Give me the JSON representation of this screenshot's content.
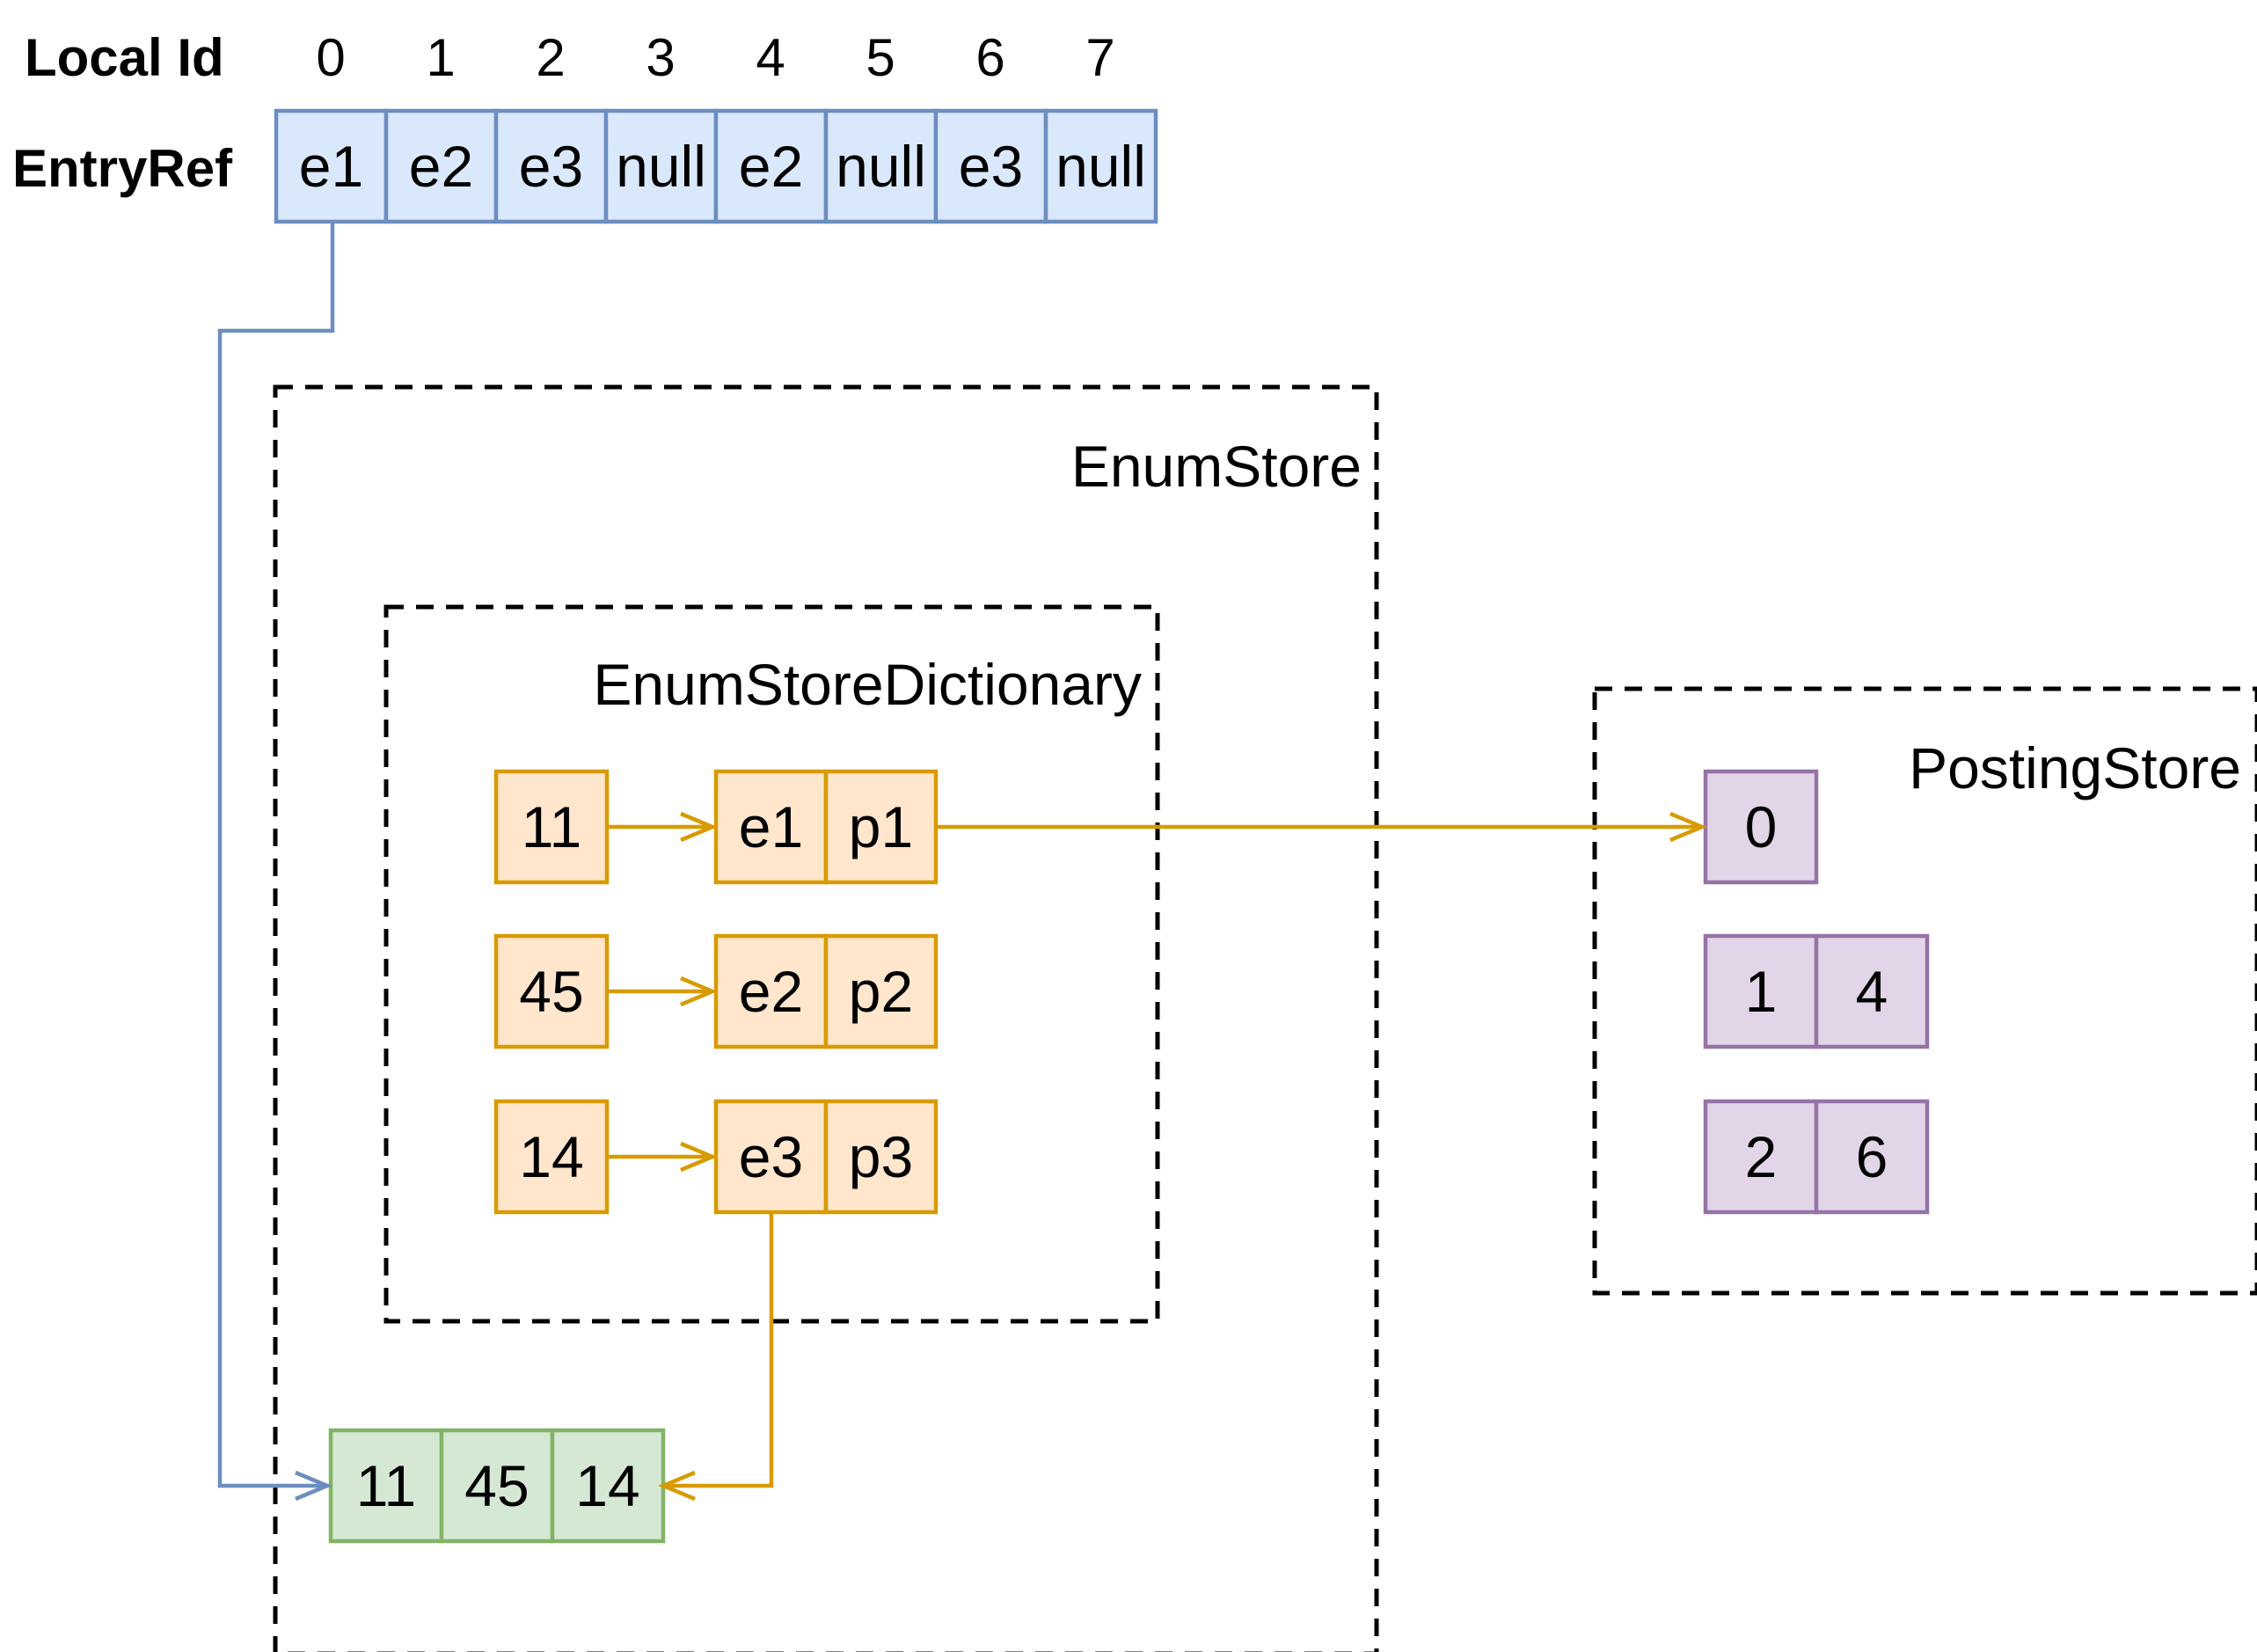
{
  "header": {
    "local_id_label": "Local Id",
    "entryref_label": "EntryRef"
  },
  "local_ids": [
    "0",
    "1",
    "2",
    "3",
    "4",
    "5",
    "6",
    "7"
  ],
  "entry_refs": [
    "e1",
    "e2",
    "e3",
    "null",
    "e2",
    "null",
    "e3",
    "null"
  ],
  "enum_store": {
    "title": "EnumStore",
    "values": [
      "11",
      "45",
      "14"
    ]
  },
  "enum_store_dictionary": {
    "title": "EnumStoreDictionary",
    "entries": [
      {
        "key": "11",
        "entry": "e1",
        "posting": "p1"
      },
      {
        "key": "45",
        "entry": "e2",
        "posting": "p2"
      },
      {
        "key": "14",
        "entry": "e3",
        "posting": "p3"
      }
    ]
  },
  "posting_store": {
    "title": "PostingStore",
    "lists": [
      [
        "0"
      ],
      [
        "1",
        "4"
      ],
      [
        "2",
        "6"
      ]
    ]
  },
  "colors": {
    "blue_fill": "#dae8fc",
    "blue_stroke": "#6c8ebf",
    "orange_fill": "#ffe6cc",
    "orange_stroke": "#d79b00",
    "green_fill": "#d5e8d4",
    "green_stroke": "#82b366",
    "purple_fill": "#e1d5e7",
    "purple_stroke": "#9673a6",
    "dashed_stroke": "#000000"
  }
}
